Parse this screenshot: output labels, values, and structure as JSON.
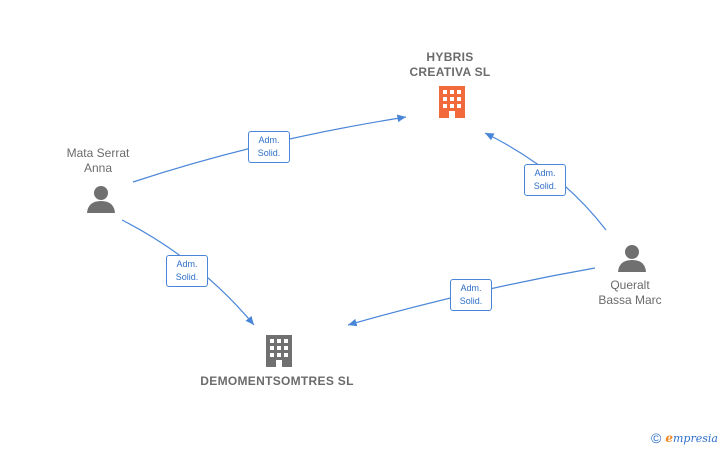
{
  "nodes": {
    "hybris": {
      "label": "HYBRIS\nCREATIVA  SL",
      "type": "company",
      "color": "#f26a3c"
    },
    "demoments": {
      "label": "DEMOMENTSOMTRES SL",
      "type": "company",
      "color": "#707070"
    },
    "mata": {
      "label": "Mata Serrat\nAnna",
      "type": "person",
      "color": "#707070"
    },
    "queralt": {
      "label": "Queralt\nBassa Marc",
      "type": "person",
      "color": "#707070"
    }
  },
  "edges": [
    {
      "id": "mata-hybris",
      "line1": "Adm.",
      "line2": "Solid."
    },
    {
      "id": "mata-demoments",
      "line1": "Adm.",
      "line2": "Solid."
    },
    {
      "id": "queralt-hybris",
      "line1": "Adm.",
      "line2": "Solid."
    },
    {
      "id": "queralt-demoments",
      "line1": "Adm.",
      "line2": "Solid."
    }
  ],
  "brand": {
    "copyright": "©",
    "e": "e",
    "rest": "mpresia"
  },
  "colors": {
    "edge": "#4a86d8",
    "text": "#6b6b6b"
  }
}
